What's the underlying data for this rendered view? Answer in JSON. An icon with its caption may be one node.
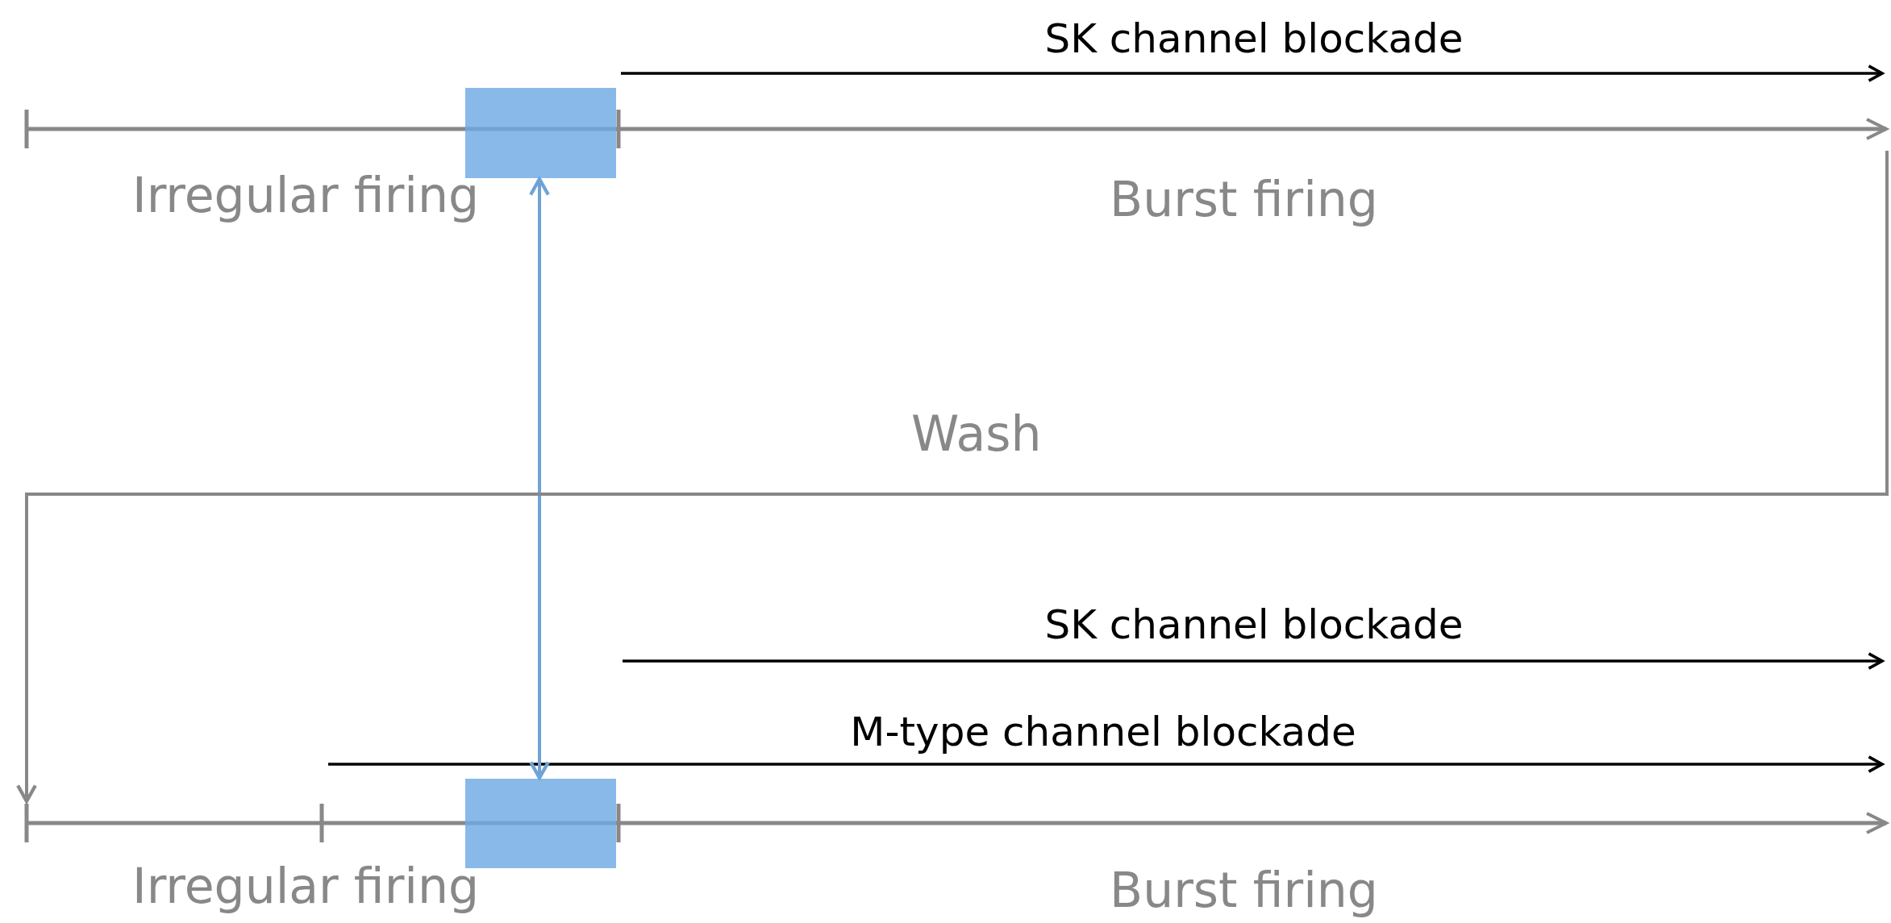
{
  "diagram": {
    "nodes": [
      {
        "text": [],
        "shape": "bar"
      },
      {
        "text": [],
        "shape": "box"
      },
      {
        "text": [],
        "shape": "bar"
      },
      {
        "text": [],
        "shape": "box"
      }
    ],
    "edges": [
      {
        "from": 1,
        "to": 3,
        "arrow": "both",
        "color": "#6fa3d6"
      },
      {
        "from": 0,
        "to": 2,
        "arrow": "to",
        "label": "Wash"
      }
    ],
    "labels": [
      "SK channel blockade",
      "Irregular firing",
      "Burst firing",
      "SK channel blockade",
      "M-type channel blockade",
      "Irregular firing",
      "Burst firing"
    ]
  }
}
